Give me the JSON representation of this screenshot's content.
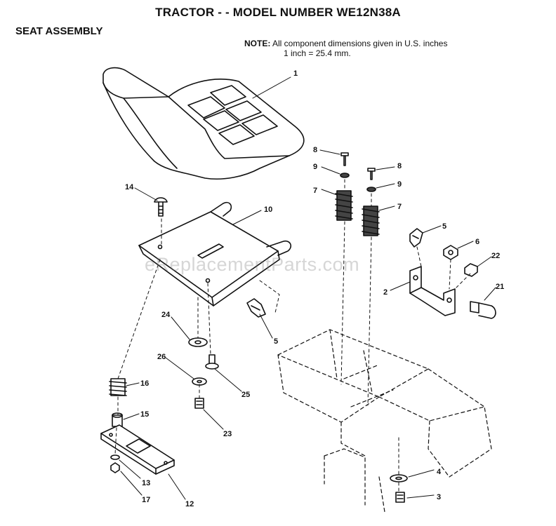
{
  "header": {
    "title": "TRACTOR - - MODEL NUMBER WE12N38A",
    "subtitle": "SEAT ASSEMBLY",
    "note_label": "NOTE:",
    "note_line1": "All component dimensions given in U.S. inches",
    "note_line2": "1 inch = 25.4 mm."
  },
  "watermark": "eReplacementParts.com",
  "callouts": {
    "c1": "1",
    "c2": "2",
    "c3": "3",
    "c4": "4",
    "c5a": "5",
    "c5b": "5",
    "c6": "6",
    "c7a": "7",
    "c7b": "7",
    "c8a": "8",
    "c8b": "8",
    "c9a": "9",
    "c9b": "9",
    "c10": "10",
    "c12": "12",
    "c13": "13",
    "c14": "14",
    "c15": "15",
    "c16": "16",
    "c17": "17",
    "c21": "21",
    "c22": "22",
    "c23": "23",
    "c24": "24",
    "c25": "25",
    "c26": "26"
  }
}
